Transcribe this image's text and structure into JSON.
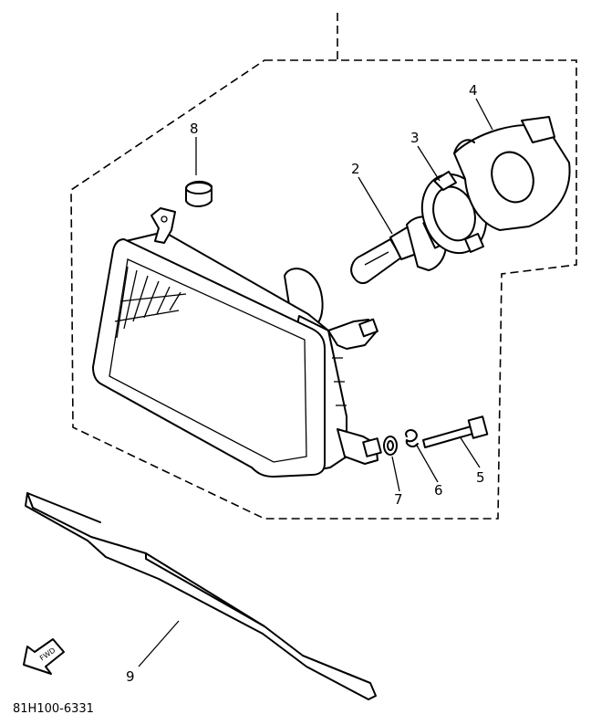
{
  "diagram": {
    "part_code": "81H100-6331",
    "fwd_label": "FWD",
    "callouts": [
      {
        "id": "1",
        "text": "2"
      },
      {
        "id": "2",
        "text": "3"
      },
      {
        "id": "3",
        "text": "4"
      },
      {
        "id": "4",
        "text": "8"
      },
      {
        "id": "5",
        "text": "5"
      },
      {
        "id": "6",
        "text": "6"
      },
      {
        "id": "7",
        "text": "7"
      },
      {
        "id": "8",
        "text": "9"
      }
    ]
  }
}
